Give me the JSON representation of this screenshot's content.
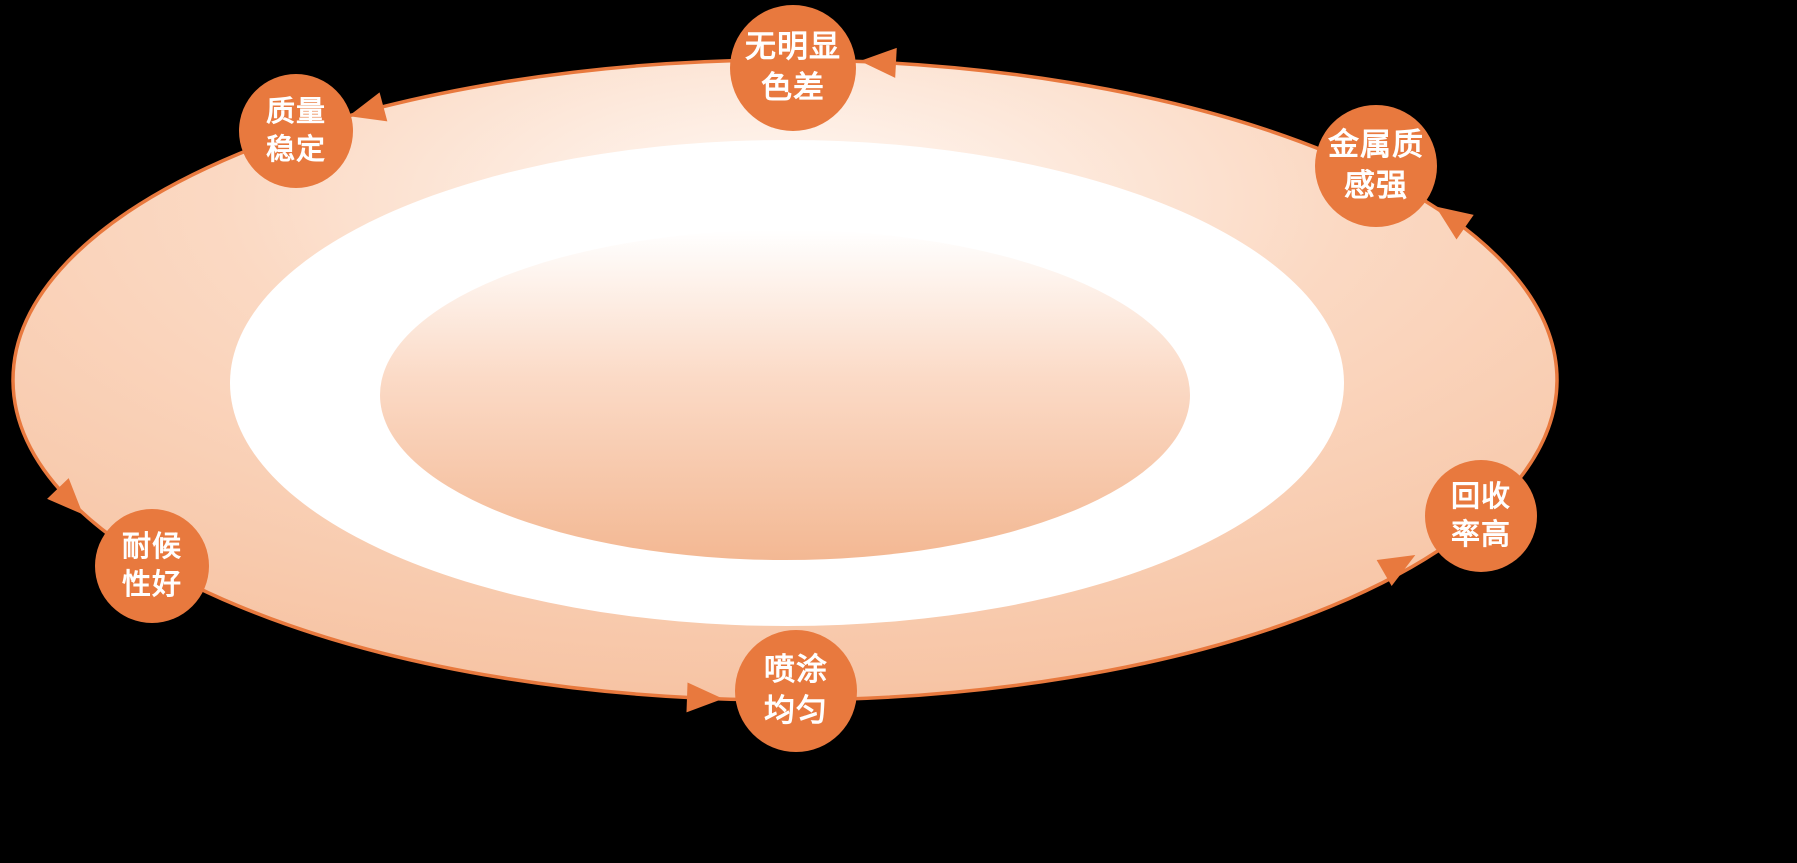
{
  "diagram": {
    "badges": [
      {
        "line1": "无明显",
        "line2": "色差"
      },
      {
        "line1": "质量",
        "line2": "稳定"
      },
      {
        "line1": "金属质",
        "line2": "感强"
      },
      {
        "line1": "耐候",
        "line2": "性好"
      },
      {
        "line1": "回收",
        "line2": "率高"
      },
      {
        "line1": "喷涂",
        "line2": "均匀"
      }
    ],
    "icons": {
      "flow_arrow": "triangle-arrowhead"
    },
    "colors": {
      "accent_orange": "#E8793E",
      "ellipse_peach": "#F5BB97",
      "ellipse_highlight": "#FFF9F5",
      "ring_white": "#FFFFFF",
      "badge_text": "#FFFFFF",
      "background": "#000000"
    },
    "flow_direction": "counterclockwise"
  }
}
